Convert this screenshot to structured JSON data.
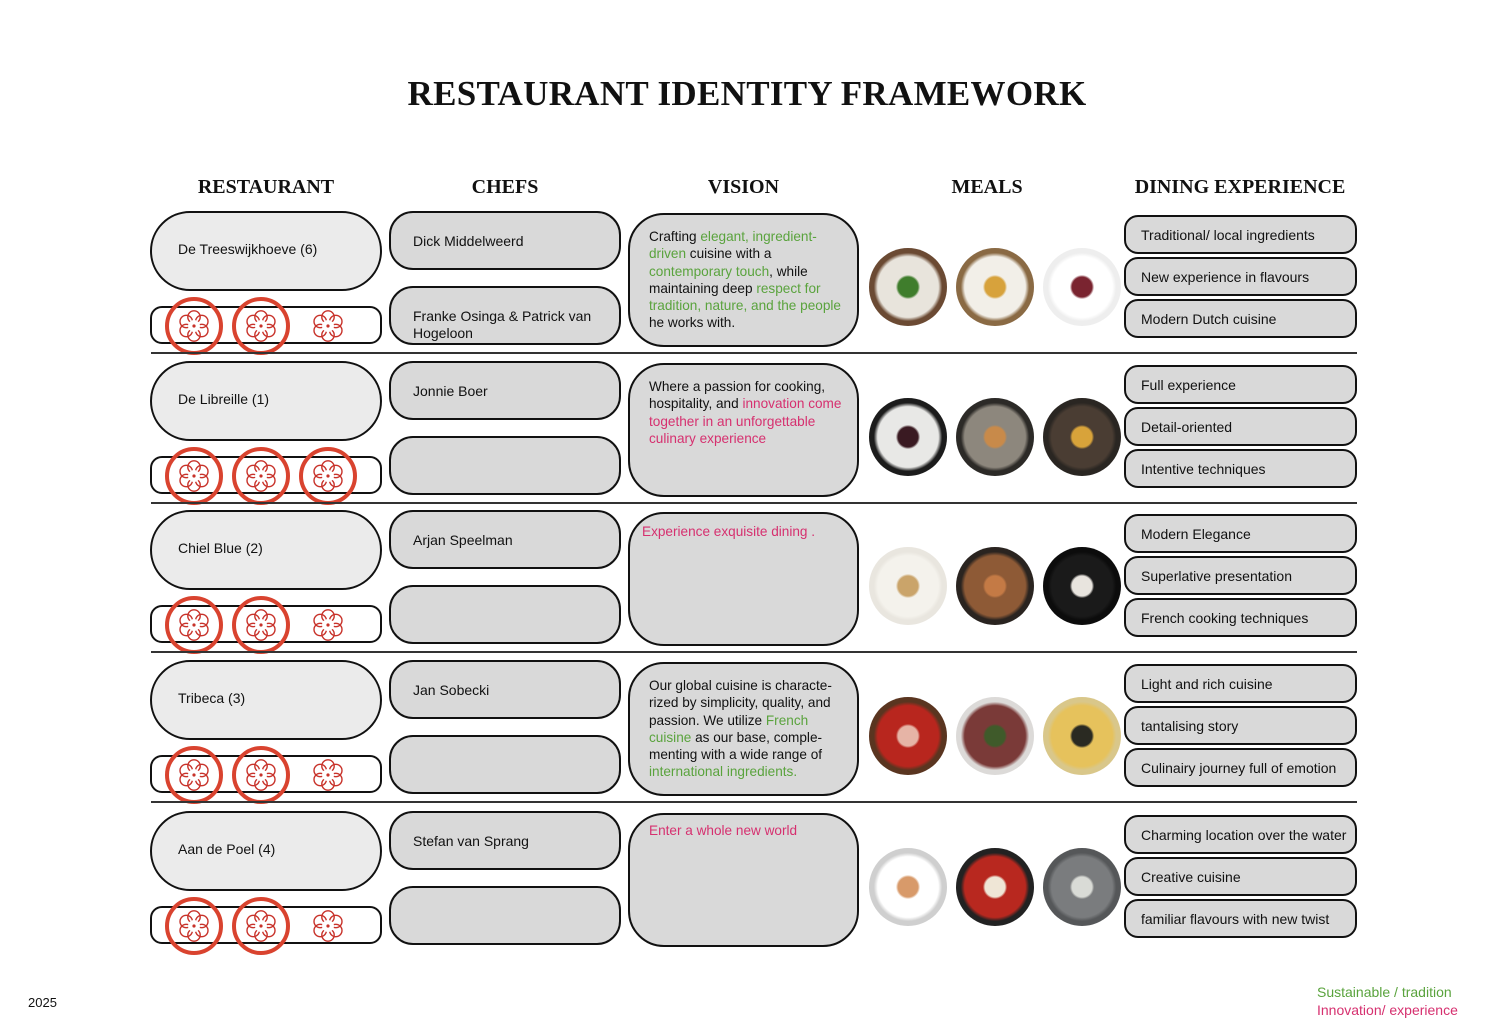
{
  "title": "RESTAURANT IDENTITY FRAMEWORK",
  "columns": [
    "RESTAURANT",
    "CHEFS",
    "VISION",
    "MEALS",
    "DINING EXPERIENCE"
  ],
  "colors": {
    "star_ring": "#d9432f",
    "sustainable_tradition": "#5aa33d",
    "innovation_experience": "#d6306f",
    "box_fill": "#d9d9d9",
    "restaurant_fill": "#ebebeb"
  },
  "rows": [
    {
      "restaurant": "De Treeswijkhoeve (6)",
      "stars_awarded": 2,
      "stars_total": 3,
      "chefs": [
        "Dick Middelweerd",
        "Franke Osinga & Patrick van Hogeloon"
      ],
      "vision": [
        {
          "text": "Crafting ",
          "tone": "plain"
        },
        {
          "text": "elegant, ingredient-driven",
          "tone": "green"
        },
        {
          "text": " cuisine with a ",
          "tone": "plain"
        },
        {
          "text": "contemporary touch",
          "tone": "green"
        },
        {
          "text": ", while maintaining deep ",
          "tone": "plain"
        },
        {
          "text": "respect for tradition, nature, and the people",
          "tone": "green"
        },
        {
          "text": " he works with.",
          "tone": "plain"
        }
      ],
      "meals": [
        "asparagus-dish-icon",
        "plated-fish-icon",
        "venison-beet-icon"
      ],
      "dining_experience": [
        "Traditional/ local ingredients",
        "New experience in flavours",
        "Modern Dutch cuisine"
      ]
    },
    {
      "restaurant": "De Libreille (1)",
      "stars_awarded": 3,
      "stars_total": 3,
      "chefs": [
        "Jonnie Boer",
        ""
      ],
      "vision": [
        {
          "text": "Where a passion for cooking, hospitality, and ",
          "tone": "plain"
        },
        {
          "text": "innovation come together in an unforgettable culinary experience",
          "tone": "pink"
        }
      ],
      "meals": [
        "sauce-pour-dish-icon",
        "flower-plate-icon",
        "hand-plating-bowl-icon"
      ],
      "dining_experience": [
        "Full experience",
        "Detail-oriented",
        "Intentive techniques"
      ]
    },
    {
      "restaurant": "Chiel Blue (2)",
      "stars_awarded": 2,
      "stars_total": 3,
      "chefs": [
        "Arjan Speelman",
        ""
      ],
      "vision": [
        {
          "text": "Experience exquisite dining .",
          "tone": "pink"
        }
      ],
      "meals": [
        "fish-quinoa-plate-icon",
        "copper-pan-dish-icon",
        "dark-amuse-icon"
      ],
      "dining_experience": [
        "Modern Elegance",
        "Superlative presentation",
        "French cooking techniques"
      ]
    },
    {
      "restaurant": "Tribeca (3)",
      "stars_awarded": 2,
      "stars_total": 3,
      "chefs": [
        "Jan Sobecki",
        ""
      ],
      "vision": [
        {
          "text": "Our global cuisine is characte-rized by simplicity, quality, and passion. We utilize ",
          "tone": "plain"
        },
        {
          "text": "French cuisine",
          "tone": "green"
        },
        {
          "text": " as our base, comple-menting with a wide range of ",
          "tone": "plain"
        },
        {
          "text": "international ingredients.",
          "tone": "green"
        }
      ],
      "meals": [
        "chili-fish-icon",
        "beef-plate-icon",
        "caviar-crumble-icon"
      ],
      "dining_experience": [
        "Light and rich cuisine",
        "tantalising story",
        "Culinairy journey full of emotion"
      ]
    },
    {
      "restaurant": "Aan de Poel (4)",
      "stars_awarded": 2,
      "stars_total": 3,
      "chefs": [
        "Stefan van Sprang",
        ""
      ],
      "vision": [
        {
          "text": "Enter a whole new world",
          "tone": "pink"
        }
      ],
      "meals": [
        "tartlet-icon",
        "red-plate-icon",
        "soup-bowl-icon"
      ],
      "dining_experience": [
        "Charming location over the water",
        "Creative cuisine",
        "familiar flavours with new twist"
      ]
    }
  ],
  "footer": {
    "year": "2025",
    "legend": [
      {
        "label": "Sustainable / tradition",
        "tone": "green"
      },
      {
        "label": "Innovation/ experience",
        "tone": "pink"
      }
    ]
  }
}
